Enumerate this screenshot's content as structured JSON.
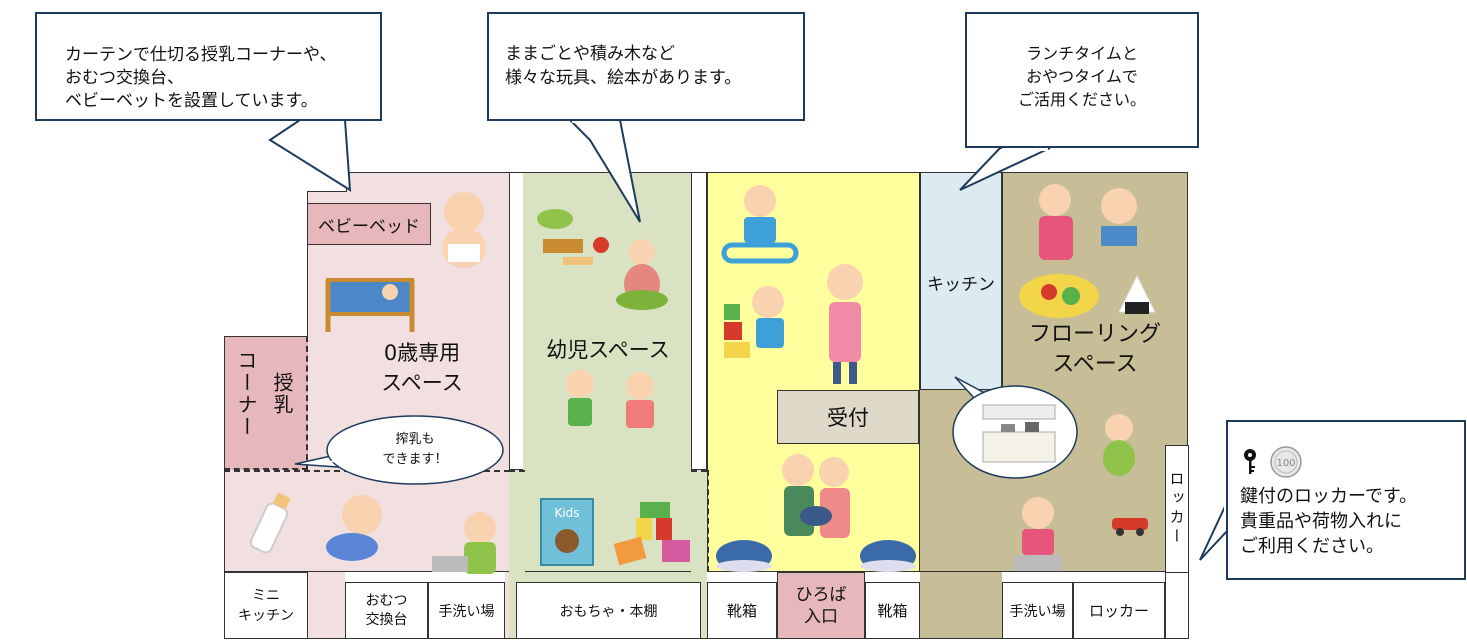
{
  "bubbles": {
    "nursing_corner": [
      "カーテンで仕切る授乳コーナーや、",
      "おむつ交換台、",
      "ベビーベットを設置しています。"
    ],
    "toys": [
      "ままごとや積み木など",
      "様々な玩具、絵本があります。"
    ],
    "kitchen": [
      "ランチタイムと",
      "おやつタイムで",
      "ご活用ください。"
    ],
    "locker": [
      "鍵付のロッカーです。",
      "貴重品や荷物入れに",
      "ご利用ください。"
    ],
    "pumping": [
      "搾乳も",
      "できます！"
    ]
  },
  "rooms": {
    "baby_bed": "ベビーベッド",
    "infant_space": [
      "0歳専用",
      "スペース"
    ],
    "nursing_corner_v1": "授乳",
    "nursing_corner_v2": "コーナー",
    "toddler_space": "幼児スペース",
    "kitchen": "キッチン",
    "flooring_space": [
      "フローリング",
      "スペース"
    ],
    "reception": "受付",
    "locker_side": "ロッカー"
  },
  "bottom": {
    "mini_kitchen": [
      "ミニ",
      "キッチン"
    ],
    "diaper_table": [
      "おむつ",
      "交換台"
    ],
    "handwash_left": "手洗い場",
    "toy_shelf": "おもちゃ・本棚",
    "shoe_left": "靴箱",
    "entrance": [
      "ひろば",
      "入口"
    ],
    "shoe_right": "靴箱",
    "handwash_right": "手洗い場",
    "locker_bottom": "ロッカー"
  },
  "coin_label": "100",
  "book_label": "Kids",
  "colors": {
    "infant_pink": "#f2dfe0",
    "corner_pink": "#e6b8bb",
    "toddler_green": "#d9e3c4",
    "yellow": "#ffff9e",
    "kitchen_blue": "#dcebf1",
    "taupe": "#c7bd97",
    "reception": "#ddd8c7",
    "bubble_border": "#1f3b5c"
  }
}
